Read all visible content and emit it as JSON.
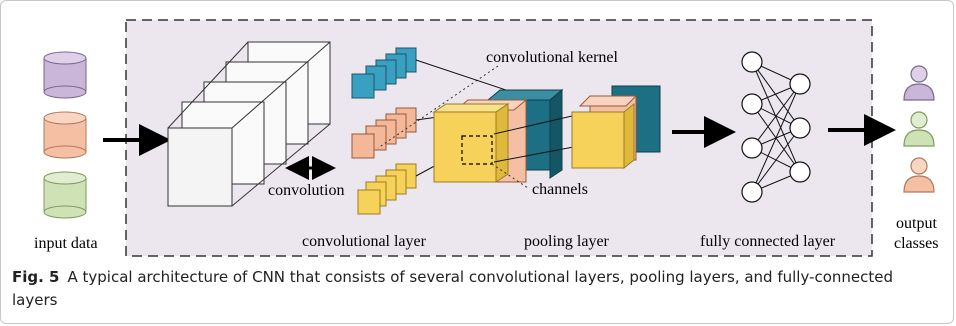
{
  "labels": {
    "input_data": "input data",
    "convolution": "convolution",
    "convolutional_kernel": "convolutional kernel",
    "channels": "channels",
    "convolutional_layer": "convolutional layer",
    "pooling_layer": "pooling layer",
    "fully_connected_layer": "fully connected  layer",
    "output_line1": "output",
    "output_line2": "classes"
  },
  "caption": {
    "figure_number": "Fig. 5",
    "text": "A typical architecture of CNN that consists of several convolutional layers, pooling layers, and fully-connected layers"
  },
  "colors": {
    "background_panel": "#ece6ef",
    "purple": "#c9b6d9",
    "orange": "#f4bfa2",
    "green": "#cfe2b6",
    "blue": "#3aa0c2",
    "teal": "#1d6f83",
    "yellow": "#f6d25a",
    "peach": "#f3b79a"
  }
}
